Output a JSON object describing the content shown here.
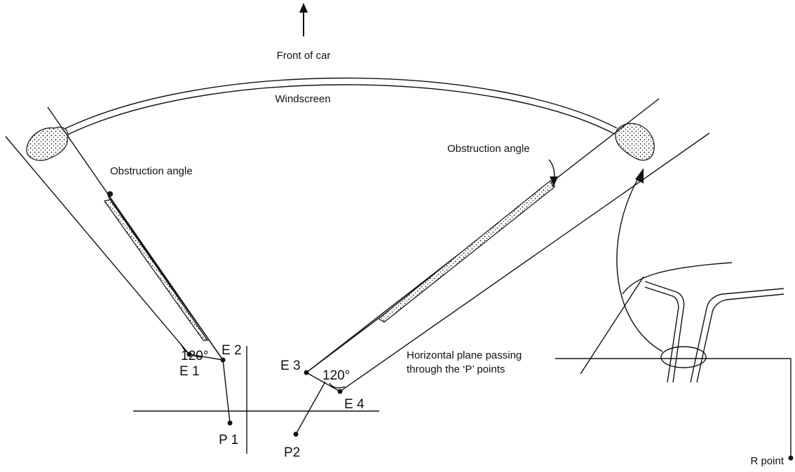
{
  "labels": {
    "front": "Front of car",
    "windscreen": "Windscreen",
    "obstruction_left": "Obstruction angle",
    "obstruction_right": "Obstruction angle",
    "angle_left": "120°",
    "angle_right": "120°",
    "e1": "E 1",
    "e2": "E 2",
    "e3": "E 3",
    "e4": "E 4",
    "p1": "P 1",
    "p2": "P2",
    "plane_line1": "Horizontal plane passing",
    "plane_line2": "through the ‘P’ points",
    "r_point": "R point"
  }
}
